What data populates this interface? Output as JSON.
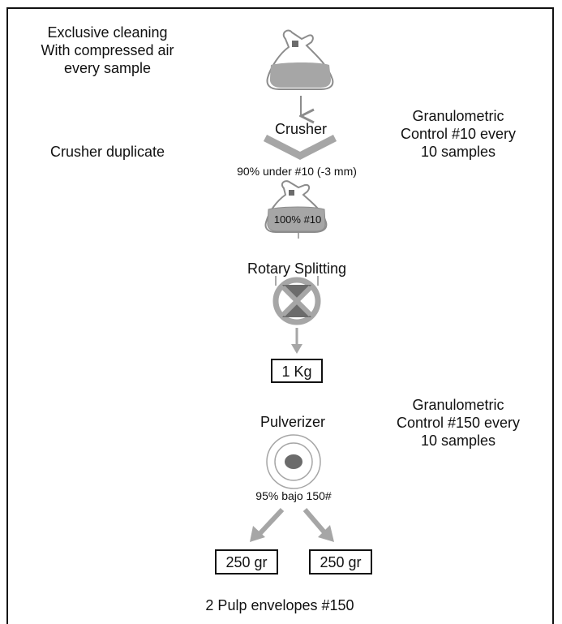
{
  "left_notes": {
    "cleaning_line1": "Exclusive cleaning",
    "cleaning_line2": "With compressed air",
    "cleaning_line3": "every sample",
    "crusher_duplicate": "Crusher duplicate"
  },
  "right_notes": {
    "control10_line1": "Granulometric",
    "control10_line2": "Control #10 every",
    "control10_line3": "10 samples",
    "control150_line1": "Granulometric",
    "control150_line2": "Control #150 every",
    "control150_line3": "10 samples"
  },
  "flow": {
    "crusher_label": "Crusher",
    "crusher_spec": "90% under #10 (-3 mm)",
    "bag_label": "100% #10",
    "splitter_label": "Rotary Splitting",
    "split_mass": "1 Kg",
    "pulverizer_label": "Pulverizer",
    "pulverizer_spec": "95% bajo  150#",
    "envelope_left": "250 gr",
    "envelope_right": "250 gr",
    "final_label": "2 Pulp envelopes #150"
  },
  "colors": {
    "gray_fill": "#a6a6a6",
    "dark_fill": "#6b6b6b",
    "stroke": "#8c8c8c",
    "text": "#111111"
  }
}
